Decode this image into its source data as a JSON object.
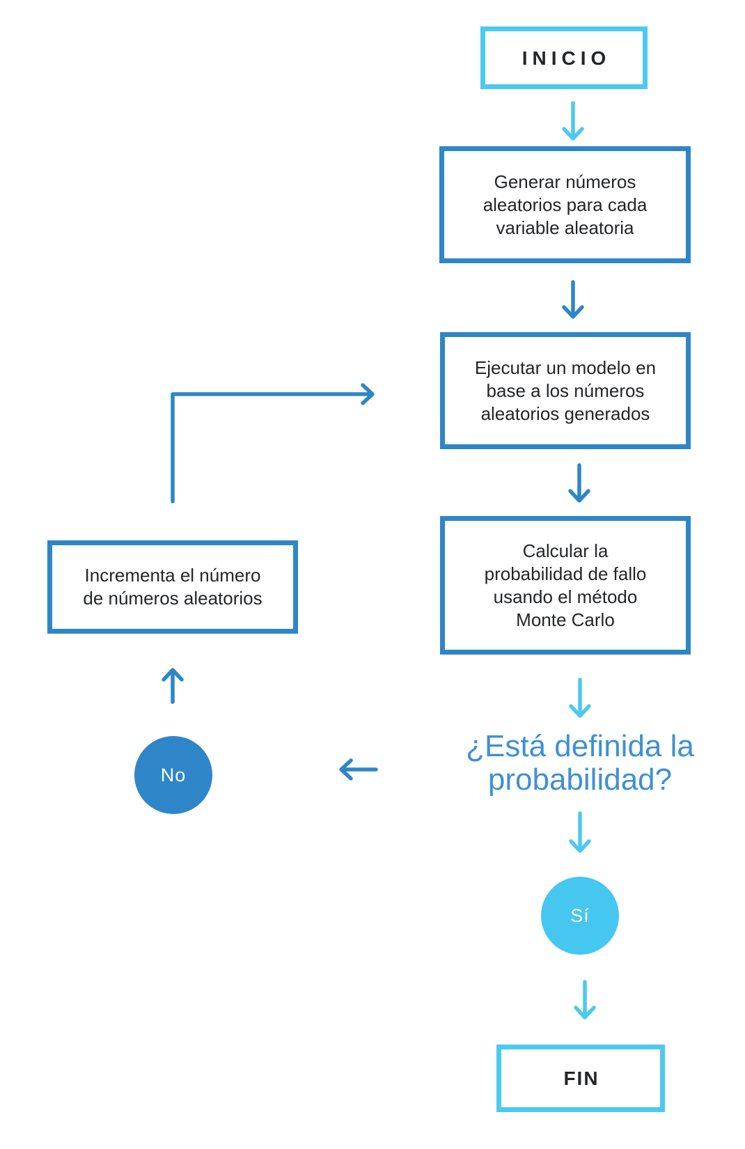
{
  "colors": {
    "cyan": "#4CC9F0",
    "blue": "#2E86C8",
    "question_text": "#3E90D4",
    "dark_text": "#232528",
    "circle_text": "#FFFFFF",
    "circle_no_fill": "#2E86C8",
    "circle_si_fill": "#45C7EF",
    "background": "#FFFFFF"
  },
  "flowchart": {
    "nodes": {
      "inicio": "INICIO",
      "generar": "Generar números\naleatorios para cada\nvariable aleatoria",
      "ejecutar": "Ejecutar un modelo en\nbase a los números\naleatorios generados",
      "calcular": "Calcular la\nprobabilidad de fallo\nusando el método\nMonte Carlo",
      "incrementa": "Incrementa el número\nde números aleatorios",
      "pregunta": "¿Está definida la\nprobabilidad?",
      "no": "No",
      "si": "Sí",
      "fin": "FIN"
    }
  }
}
